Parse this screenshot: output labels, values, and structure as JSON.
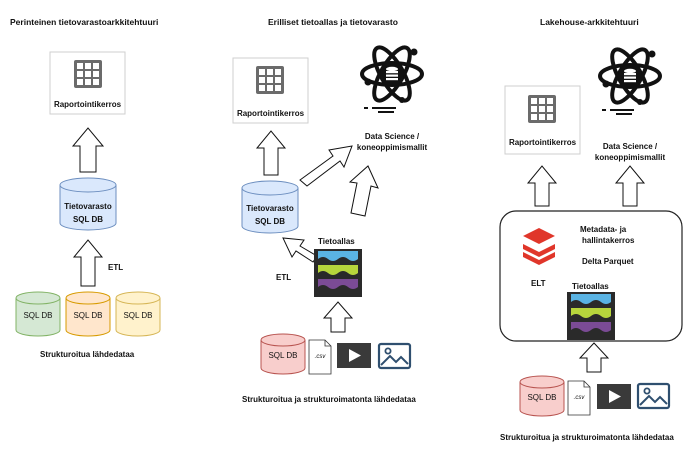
{
  "titles": {
    "traditional": "Perinteinen tietovarastoarkkitehtuuri",
    "separate": "Erilliset tietoallas ja tietovarasto",
    "lakehouse": "Lakehouse-arkkitehtuuri"
  },
  "labels": {
    "reporting": "Raportointikerros",
    "warehouse_line1": "Tietovarasto",
    "warehouse_line2": "SQL DB",
    "sql_db": "SQL DB",
    "etl": "ETL",
    "elt": "ELT",
    "data_lake": "Tietoallas",
    "ds_line1": "Data Science /",
    "ds_line2": "koneoppimismallit",
    "metadata_line1": "Metadata- ja",
    "metadata_line2": "hallintakerros",
    "delta_parquet": "Delta Parquet",
    "csv": ".csv"
  },
  "footers": {
    "traditional": "Strukturoitua lähdedataa",
    "separate": "Strukturoitua ja strukturoimatonta lähdedataa",
    "lakehouse": "Strukturoitua ja strukturoimatonta lähdedataa"
  },
  "colors": {
    "db_blue_fill": "#dae8fc",
    "db_blue_stroke": "#6c8ebf",
    "db_green_fill": "#d5e8d4",
    "db_green_stroke": "#82b366",
    "db_orange_fill": "#ffe6cc",
    "db_orange_stroke": "#d79b00",
    "db_yellow_fill": "#fff2cc",
    "db_yellow_stroke": "#d6b656",
    "db_red_fill": "#f8cecc",
    "db_red_stroke": "#b85450",
    "lake_blue": "#5ab3e3",
    "lake_green": "#b7d53c",
    "lake_purple": "#7b4b95",
    "delta_red": "#e0362a",
    "dark_icon": "#3a3a3a"
  },
  "icons": [
    "grid-icon",
    "atom-database-icon",
    "video-play-icon",
    "image-icon",
    "csv-file-icon",
    "delta-lake-icon"
  ]
}
